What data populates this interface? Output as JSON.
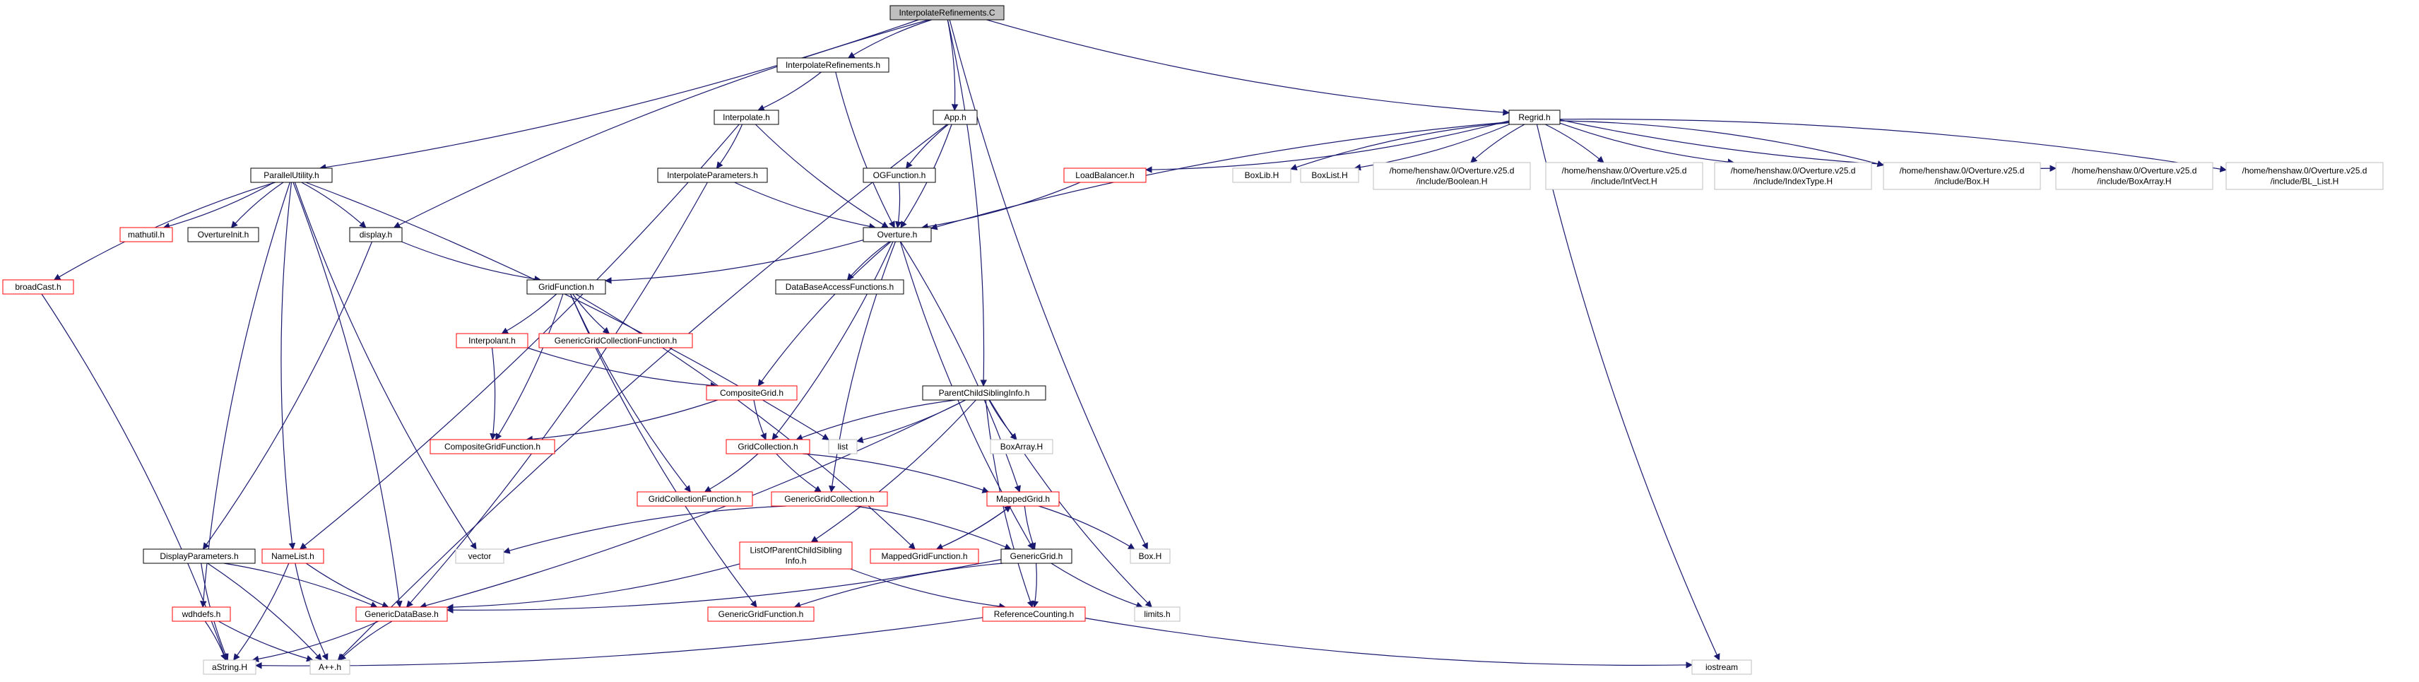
{
  "graph": {
    "nodes": [
      {
        "id": "InterpolateRefinementsC",
        "lines": [
          "InterpolateRefinements.C"
        ],
        "style": "root"
      },
      {
        "id": "InterpolateRefinementsH",
        "lines": [
          "InterpolateRefinements.h"
        ],
        "style": "black"
      },
      {
        "id": "AppH",
        "lines": [
          "App.h"
        ],
        "style": "black"
      },
      {
        "id": "RegridH",
        "lines": [
          "Regrid.h"
        ],
        "style": "black"
      },
      {
        "id": "InterpolateH",
        "lines": [
          "Interpolate.h"
        ],
        "style": "black"
      },
      {
        "id": "ParallelUtilityH",
        "lines": [
          "ParallelUtility.h"
        ],
        "style": "black"
      },
      {
        "id": "InterpolateParametersH",
        "lines": [
          "InterpolateParameters.h"
        ],
        "style": "black"
      },
      {
        "id": "OGFunctionH",
        "lines": [
          "OGFunction.h"
        ],
        "style": "black"
      },
      {
        "id": "LoadBalancerH",
        "lines": [
          "LoadBalancer.h"
        ],
        "style": "red"
      },
      {
        "id": "BoxLibH",
        "lines": [
          "BoxLib.H"
        ],
        "style": "grey"
      },
      {
        "id": "BoxListH",
        "lines": [
          "BoxList.H"
        ],
        "style": "grey"
      },
      {
        "id": "BooleanH",
        "lines": [
          "/home/henshaw.0/Overture.v25.d",
          "/include/Boolean.H"
        ],
        "style": "grey"
      },
      {
        "id": "IntVectH",
        "lines": [
          "/home/henshaw.0/Overture.v25.d",
          "/include/IntVect.H"
        ],
        "style": "grey"
      },
      {
        "id": "IndexTypeH",
        "lines": [
          "/home/henshaw.0/Overture.v25.d",
          "/include/IndexType.H"
        ],
        "style": "grey"
      },
      {
        "id": "BoxH2",
        "lines": [
          "/home/henshaw.0/Overture.v25.d",
          "/include/Box.H"
        ],
        "style": "grey"
      },
      {
        "id": "BoxArrayH2",
        "lines": [
          "/home/henshaw.0/Overture.v25.d",
          "/include/BoxArray.H"
        ],
        "style": "grey"
      },
      {
        "id": "BLListH",
        "lines": [
          "/home/henshaw.0/Overture.v25.d",
          "/include/BL_List.H"
        ],
        "style": "grey"
      },
      {
        "id": "mathutilH",
        "lines": [
          "mathutil.h"
        ],
        "style": "red"
      },
      {
        "id": "OvertureInitH",
        "lines": [
          "OvertureInit.h"
        ],
        "style": "black"
      },
      {
        "id": "displayH",
        "lines": [
          "display.h"
        ],
        "style": "black"
      },
      {
        "id": "OvertureH",
        "lines": [
          "Overture.h"
        ],
        "style": "black"
      },
      {
        "id": "broadCastH",
        "lines": [
          "broadCast.h"
        ],
        "style": "red"
      },
      {
        "id": "DataBaseAccessFunctionsH",
        "lines": [
          "DataBaseAccessFunctions.h"
        ],
        "style": "black"
      },
      {
        "id": "GridFunctionH",
        "lines": [
          "GridFunction.h"
        ],
        "style": "black"
      },
      {
        "id": "InterpolantH",
        "lines": [
          "Interpolant.h"
        ],
        "style": "red"
      },
      {
        "id": "GenericGridCollectionFunctionH",
        "lines": [
          "GenericGridCollectionFunction.h"
        ],
        "style": "red"
      },
      {
        "id": "ParentChildSiblingInfoH",
        "lines": [
          "ParentChildSiblingInfo.h"
        ],
        "style": "black"
      },
      {
        "id": "CompositeGridH",
        "lines": [
          "CompositeGrid.h"
        ],
        "style": "red"
      },
      {
        "id": "CompositeGridFunctionH",
        "lines": [
          "CompositeGridFunction.h"
        ],
        "style": "red"
      },
      {
        "id": "GridCollectionH",
        "lines": [
          "GridCollection.h"
        ],
        "style": "red"
      },
      {
        "id": "list",
        "lines": [
          "list"
        ],
        "style": "grey"
      },
      {
        "id": "BoxArrayH",
        "lines": [
          "BoxArray.H"
        ],
        "style": "grey"
      },
      {
        "id": "GridCollectionFunctionH",
        "lines": [
          "GridCollectionFunction.h"
        ],
        "style": "red"
      },
      {
        "id": "GenericGridCollectionH",
        "lines": [
          "GenericGridCollection.h"
        ],
        "style": "red"
      },
      {
        "id": "MappedGridH",
        "lines": [
          "MappedGrid.h"
        ],
        "style": "red"
      },
      {
        "id": "vector",
        "lines": [
          "vector"
        ],
        "style": "grey"
      },
      {
        "id": "ListOfParentChildSiblingInfoH",
        "lines": [
          "ListOfParentChildSibling",
          "Info.h"
        ],
        "style": "red"
      },
      {
        "id": "MappedGridFunctionH",
        "lines": [
          "MappedGridFunction.h"
        ],
        "style": "red"
      },
      {
        "id": "GenericGridH",
        "lines": [
          "GenericGrid.h"
        ],
        "style": "black"
      },
      {
        "id": "BoxH",
        "lines": [
          "Box.H"
        ],
        "style": "grey"
      },
      {
        "id": "DisplayParametersH",
        "lines": [
          "DisplayParameters.h"
        ],
        "style": "black"
      },
      {
        "id": "NameListH",
        "lines": [
          "NameList.h"
        ],
        "style": "red"
      },
      {
        "id": "wdhdefsH",
        "lines": [
          "wdhdefs.h"
        ],
        "style": "red"
      },
      {
        "id": "GenericDataBaseH",
        "lines": [
          "GenericDataBase.h"
        ],
        "style": "red"
      },
      {
        "id": "GenericGridFunctionH",
        "lines": [
          "GenericGridFunction.h"
        ],
        "style": "red"
      },
      {
        "id": "ReferenceCountingH",
        "lines": [
          "ReferenceCounting.h"
        ],
        "style": "red"
      },
      {
        "id": "limitsH",
        "lines": [
          "limits.h"
        ],
        "style": "grey"
      },
      {
        "id": "aStringH",
        "lines": [
          "aString.H"
        ],
        "style": "grey"
      },
      {
        "id": "AppppH",
        "lines": [
          "A++.h"
        ],
        "style": "grey"
      },
      {
        "id": "iostream",
        "lines": [
          "iostream"
        ],
        "style": "grey"
      }
    ],
    "edges": [
      [
        "InterpolateRefinementsC",
        "InterpolateRefinementsH"
      ],
      [
        "InterpolateRefinementsC",
        "AppH"
      ],
      [
        "InterpolateRefinementsC",
        "RegridH"
      ],
      [
        "InterpolateRefinementsC",
        "ParallelUtilityH"
      ],
      [
        "InterpolateRefinementsC",
        "displayH"
      ],
      [
        "InterpolateRefinementsC",
        "ParentChildSiblingInfoH"
      ],
      [
        "InterpolateRefinementsC",
        "BoxH"
      ],
      [
        "InterpolateRefinementsH",
        "InterpolateH"
      ],
      [
        "InterpolateRefinementsH",
        "OvertureH"
      ],
      [
        "InterpolateH",
        "InterpolateParametersH"
      ],
      [
        "InterpolateH",
        "OvertureH"
      ],
      [
        "InterpolateH",
        "NameListH"
      ],
      [
        "InterpolateParametersH",
        "OvertureH"
      ],
      [
        "InterpolateParametersH",
        "GenericDataBaseH"
      ],
      [
        "AppH",
        "OGFunctionH"
      ],
      [
        "AppH",
        "OvertureH"
      ],
      [
        "AppH",
        "AppppH"
      ],
      [
        "OGFunctionH",
        "OvertureH"
      ],
      [
        "RegridH",
        "OvertureH"
      ],
      [
        "RegridH",
        "LoadBalancerH"
      ],
      [
        "RegridH",
        "BoxLibH"
      ],
      [
        "RegridH",
        "BoxListH"
      ],
      [
        "RegridH",
        "BooleanH"
      ],
      [
        "RegridH",
        "IntVectH"
      ],
      [
        "RegridH",
        "IndexTypeH"
      ],
      [
        "RegridH",
        "BoxH2"
      ],
      [
        "RegridH",
        "BoxArrayH2"
      ],
      [
        "RegridH",
        "BLListH"
      ],
      [
        "RegridH",
        "iostream"
      ],
      [
        "LoadBalancerH",
        "OvertureH"
      ],
      [
        "ParallelUtilityH",
        "broadCastH"
      ],
      [
        "ParallelUtilityH",
        "mathutilH"
      ],
      [
        "ParallelUtilityH",
        "OvertureInitH"
      ],
      [
        "ParallelUtilityH",
        "displayH"
      ],
      [
        "ParallelUtilityH",
        "wdhdefsH"
      ],
      [
        "ParallelUtilityH",
        "GenericDataBaseH"
      ],
      [
        "ParallelUtilityH",
        "vector"
      ],
      [
        "ParallelUtilityH",
        "list"
      ],
      [
        "ParallelUtilityH",
        "NameListH"
      ],
      [
        "broadCastH",
        "aStringH"
      ],
      [
        "displayH",
        "GridFunctionH"
      ],
      [
        "displayH",
        "DisplayParametersH"
      ],
      [
        "OvertureH",
        "DataBaseAccessFunctionsH"
      ],
      [
        "OvertureH",
        "GridFunctionH"
      ],
      [
        "OvertureH",
        "CompositeGridH"
      ],
      [
        "OvertureH",
        "GridCollectionH"
      ],
      [
        "OvertureH",
        "GenericGridCollectionH"
      ],
      [
        "OvertureH",
        "MappedGridH"
      ],
      [
        "OvertureH",
        "GenericGridH"
      ],
      [
        "GridFunctionH",
        "InterpolantH"
      ],
      [
        "GridFunctionH",
        "GenericGridCollectionFunctionH"
      ],
      [
        "GridFunctionH",
        "CompositeGridFunctionH"
      ],
      [
        "GridFunctionH",
        "GridCollectionFunctionH"
      ],
      [
        "GridFunctionH",
        "MappedGridFunctionH"
      ],
      [
        "GridFunctionH",
        "GenericGridFunctionH"
      ],
      [
        "InterpolantH",
        "CompositeGridFunctionH"
      ],
      [
        "InterpolantH",
        "CompositeGridH"
      ],
      [
        "CompositeGridH",
        "CompositeGridFunctionH"
      ],
      [
        "CompositeGridH",
        "GridCollectionH"
      ],
      [
        "GridCollectionH",
        "GridCollectionFunctionH"
      ],
      [
        "GridCollectionH",
        "GenericGridCollectionH"
      ],
      [
        "GridCollectionH",
        "MappedGridH"
      ],
      [
        "ParentChildSiblingInfoH",
        "GridCollectionH"
      ],
      [
        "ParentChildSiblingInfoH",
        "list"
      ],
      [
        "ParentChildSiblingInfoH",
        "BoxArrayH"
      ],
      [
        "ParentChildSiblingInfoH",
        "ListOfParentChildSiblingInfoH"
      ],
      [
        "ParentChildSiblingInfoH",
        "ReferenceCountingH"
      ],
      [
        "ParentChildSiblingInfoH",
        "GenericDataBaseH"
      ],
      [
        "ParentChildSiblingInfoH",
        "limitsH"
      ],
      [
        "GenericGridCollectionH",
        "GenericGridH"
      ],
      [
        "GenericGridCollectionH",
        "vector"
      ],
      [
        "MappedGridH",
        "MappedGridFunctionH"
      ],
      [
        "MappedGridH",
        "GenericGridH"
      ],
      [
        "MappedGridH",
        "BoxH"
      ],
      [
        "MappedGridFunctionH",
        "MappedGridH"
      ],
      [
        "ListOfParentChildSiblingInfoH",
        "GenericDataBaseH"
      ],
      [
        "ListOfParentChildSiblingInfoH",
        "ReferenceCountingH"
      ],
      [
        "GenericGridH",
        "GenericDataBaseH"
      ],
      [
        "GenericGridH",
        "GenericGridFunctionH"
      ],
      [
        "GenericGridH",
        "ReferenceCountingH"
      ],
      [
        "GenericGridH",
        "limitsH"
      ],
      [
        "DisplayParametersH",
        "GenericDataBaseH"
      ],
      [
        "DisplayParametersH",
        "aStringH"
      ],
      [
        "DisplayParametersH",
        "AppppH"
      ],
      [
        "NameListH",
        "GenericDataBaseH"
      ],
      [
        "NameListH",
        "aStringH"
      ],
      [
        "NameListH",
        "AppppH"
      ],
      [
        "wdhdefsH",
        "aStringH"
      ],
      [
        "wdhdefsH",
        "AppppH"
      ],
      [
        "GenericDataBaseH",
        "aStringH"
      ],
      [
        "GenericDataBaseH",
        "AppppH"
      ],
      [
        "ReferenceCountingH",
        "aStringH"
      ],
      [
        "ReferenceCountingH",
        "iostream"
      ]
    ]
  }
}
